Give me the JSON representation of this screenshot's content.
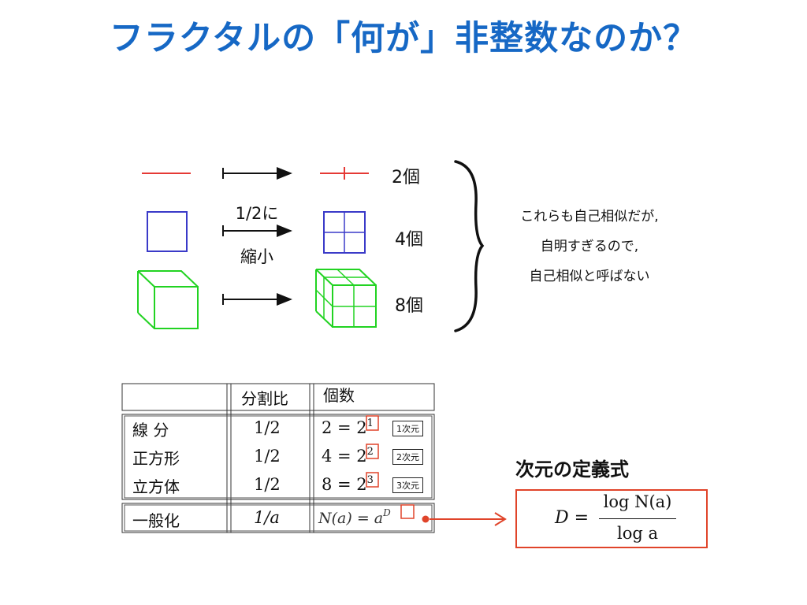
{
  "title": "フラクタルの「何が」非整数なのか？",
  "figure": {
    "counts": [
      "2個",
      "4個",
      "8個"
    ],
    "scale_label_1": "1/2に",
    "scale_label_2": "縮小",
    "note_lines": [
      "これらも自己相似だが,",
      "自明すぎるので,",
      "自己相似と呼ばない"
    ],
    "colors": {
      "segment": "#e53935",
      "square": "#3a3ac8",
      "cube": "#22d322"
    }
  },
  "table": {
    "headers": [
      "",
      "分割比",
      "個数"
    ],
    "rows": [
      {
        "name": "線 分",
        "ratio": "1/2",
        "count_base": "2 = 2",
        "exponent": "1",
        "dim_badge": "1次元"
      },
      {
        "name": "正方形",
        "ratio": "1/2",
        "count_base": "4 = 2",
        "exponent": "2",
        "dim_badge": "2次元"
      },
      {
        "name": "立方体",
        "ratio": "1/2",
        "count_base": "8 = 2",
        "exponent": "3",
        "dim_badge": "3次元"
      }
    ],
    "general": {
      "name": "一般化",
      "ratio": "1/a",
      "count_base": "N(a) = a",
      "exponent": "D"
    }
  },
  "formula": {
    "title": "次元の定義式",
    "lhs": "D =",
    "numerator": "log N(a)",
    "denominator": "log a"
  }
}
